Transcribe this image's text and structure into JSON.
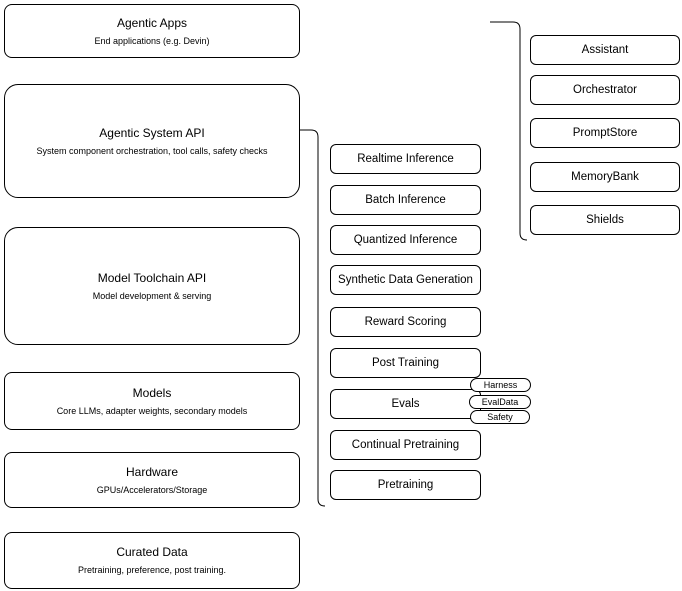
{
  "left": [
    {
      "title": "Agentic Apps",
      "subtitle": "End applications (e.g. Devin)"
    },
    {
      "title": "Agentic System API",
      "subtitle": "System component orchestration, tool calls, safety checks"
    },
    {
      "title": "Model Toolchain API",
      "subtitle": "Model development & serving"
    },
    {
      "title": "Models",
      "subtitle": "Core LLMs, adapter weights, secondary models"
    },
    {
      "title": "Hardware",
      "subtitle": "GPUs/Accelerators/Storage"
    },
    {
      "title": "Curated Data",
      "subtitle": "Pretraining, preference, post training."
    }
  ],
  "middle": [
    {
      "label": "Realtime Inference"
    },
    {
      "label": "Batch Inference"
    },
    {
      "label": "Quantized Inference"
    },
    {
      "label": "Synthetic Data Generation"
    },
    {
      "label": "Reward Scoring"
    },
    {
      "label": "Post Training"
    },
    {
      "label": "Evals"
    },
    {
      "label": "Continual Pretraining"
    },
    {
      "label": "Pretraining"
    }
  ],
  "evals_tags": [
    {
      "label": "Harness"
    },
    {
      "label": "EvalData"
    },
    {
      "label": "Safety"
    }
  ],
  "right": [
    {
      "label": "Assistant"
    },
    {
      "label": "Orchestrator"
    },
    {
      "label": "PromptStore"
    },
    {
      "label": "MemoryBank"
    },
    {
      "label": "Shields"
    }
  ],
  "colors": {
    "border": "#000000",
    "background": "#ffffff",
    "text": "#000000"
  }
}
